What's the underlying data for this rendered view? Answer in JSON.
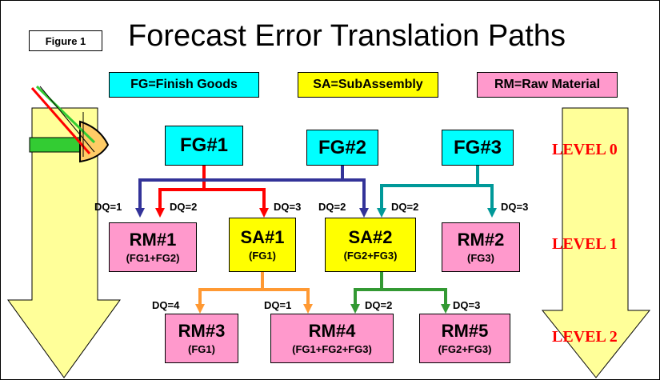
{
  "figure_label": "Figure 1",
  "title": "Forecast Error Translation Paths",
  "legend": [
    {
      "text": "FG=Finish Goods",
      "color": "#00ffff"
    },
    {
      "text": "SA=SubAssembly",
      "color": "#ffff00"
    },
    {
      "text": "RM=Raw Material",
      "color": "#ff99cc"
    }
  ],
  "colors": {
    "fg": "#00ffff",
    "sa": "#ffff00",
    "rm": "#ff99cc",
    "arrow_fill": "#ffff99",
    "level_text": "#ff0000",
    "path_fg1": "#ff0000",
    "path_fg2": "#333399",
    "path_fg3": "#009999",
    "path_sa1": "#ff9933",
    "path_sa2": "#339933"
  },
  "nodes": {
    "fg1": {
      "name": "FG#1"
    },
    "fg2": {
      "name": "FG#2"
    },
    "fg3": {
      "name": "FG#3"
    },
    "rm1": {
      "name": "RM#1",
      "sub": "(FG1+FG2)"
    },
    "sa1": {
      "name": "SA#1",
      "sub": "(FG1)"
    },
    "sa2": {
      "name": "SA#2",
      "sub": "(FG2+FG3)"
    },
    "rm2": {
      "name": "RM#2",
      "sub": "(FG3)"
    },
    "rm3": {
      "name": "RM#3",
      "sub": "(FG1)"
    },
    "rm4": {
      "name": "RM#4",
      "sub": "(FG1+FG2+FG3)"
    },
    "rm5": {
      "name": "RM#5",
      "sub": "(FG2+FG3)"
    }
  },
  "dq_labels": {
    "fg2_rm1": "DQ=1",
    "fg1_rm1": "DQ=2",
    "fg1_sa1": "DQ=3",
    "fg2_sa2": "DQ=2",
    "fg3_sa2": "DQ=2",
    "fg3_rm2": "DQ=3",
    "sa1_rm3": "DQ=4",
    "sa1_rm4": "DQ=1",
    "sa2_rm4": "DQ=2",
    "sa2_rm5": "DQ=3"
  },
  "levels": [
    "LEVEL 0",
    "LEVEL 1",
    "LEVEL 2"
  ]
}
